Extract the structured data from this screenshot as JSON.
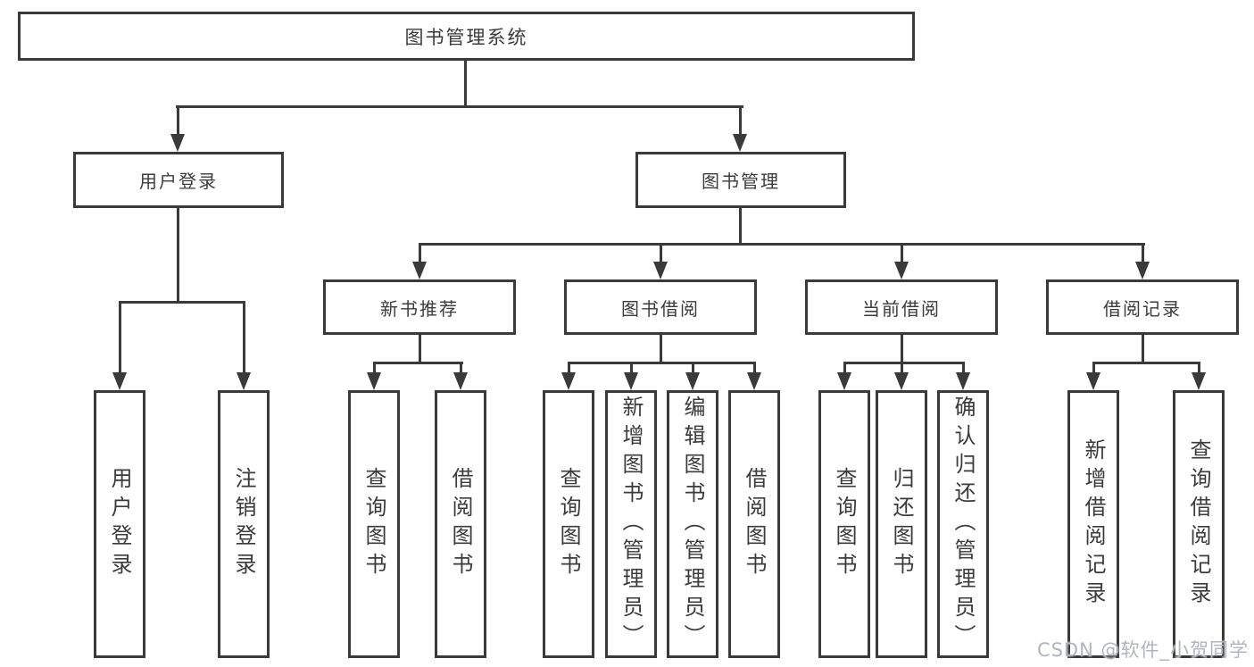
{
  "diagram": {
    "root": {
      "label": "图书管理系统"
    },
    "branches": [
      {
        "label": "用户登录",
        "children": [
          {
            "label": "用户登录"
          },
          {
            "label": "注销登录"
          }
        ]
      },
      {
        "label": "图书管理",
        "children": [
          {
            "label": "新书推荐",
            "children": [
              {
                "label": "查询图书"
              },
              {
                "label": "借阅图书"
              }
            ]
          },
          {
            "label": "图书借阅",
            "children": [
              {
                "label": "查询图书"
              },
              {
                "label": "新增图书（管理员）"
              },
              {
                "label": "编辑图书（管理员）"
              },
              {
                "label": "借阅图书"
              }
            ]
          },
          {
            "label": "当前借阅",
            "children": [
              {
                "label": "查询图书"
              },
              {
                "label": "归还图书"
              },
              {
                "label": "确认归还（管理员）"
              }
            ]
          },
          {
            "label": "借阅记录",
            "children": [
              {
                "label": "新增借阅记录"
              },
              {
                "label": "查询借阅记录"
              }
            ]
          }
        ]
      }
    ]
  },
  "watermark": {
    "text": "CSDN @软件_小贺同学"
  },
  "colors": {
    "background": "#ffffff",
    "line": "#3a3a3a",
    "box_border": "#3a3a3a",
    "text": "#3b3b3b",
    "watermark_text": "#b0b4bb"
  }
}
